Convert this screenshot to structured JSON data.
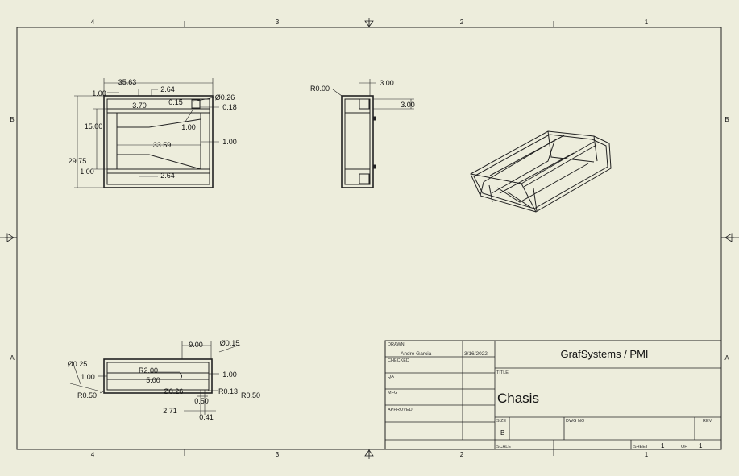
{
  "zones": {
    "columns_top": [
      "4",
      "3",
      "2",
      "1"
    ],
    "columns_bottom": [
      "4",
      "3",
      "2",
      "1"
    ],
    "rows_left": [
      "B",
      "A"
    ],
    "rows_right": [
      "B",
      "A"
    ]
  },
  "front_view": {
    "dims": [
      "35.63",
      "1.00",
      "2.64",
      "3.70",
      "0.15",
      "Ø0.26",
      "0.18",
      "15.00",
      "1.00",
      "33.59",
      "1.00",
      "29.75",
      "1.00",
      "2.64"
    ]
  },
  "side_view": {
    "dims": [
      "R0.00",
      "3.00",
      "3.00"
    ]
  },
  "bottom_view": {
    "dims": [
      "9.00",
      "Ø0.15",
      "Ø0.25",
      "R2.00",
      "1.00",
      "5.00",
      "1.00",
      "R0.50",
      "Ø0.26",
      "R0.13",
      "R0.50",
      "0.50",
      "2.71",
      "0.41"
    ]
  },
  "title_block": {
    "drawn_label": "DRAWN",
    "drawn_by": "Andre Garcia",
    "drawn_date": "3/16/2022",
    "checked_label": "CHECKED",
    "qa_label": "QA",
    "mfg_label": "MFG",
    "approved_label": "APPROVED",
    "company": "GrafSystems / PMI",
    "title_label": "TITLE",
    "title": "Chasis",
    "size_label": "SIZE",
    "size": "B",
    "dwg_label": "DWG NO",
    "rev_label": "REV",
    "scale_label": "SCALE",
    "sheet_label": "SHEET",
    "sheet_num": "1",
    "of_label": "OF",
    "sheet_total": "1"
  }
}
